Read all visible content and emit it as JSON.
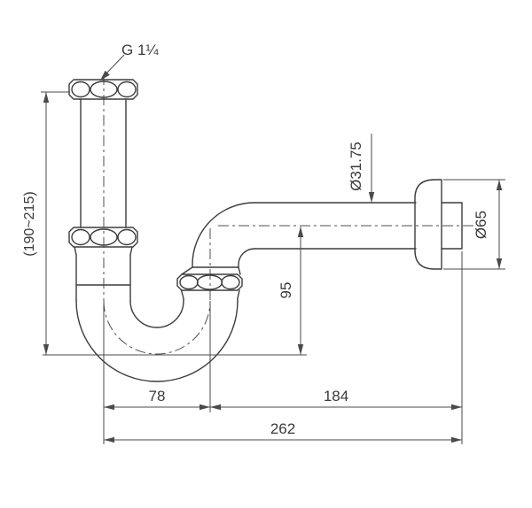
{
  "labels": {
    "thread_size": "G 1¼",
    "installation_height": "(190~215)",
    "tube_diameter": "Ø31.75",
    "flange_diameter": "Ø65",
    "trap_depth": "95",
    "trap_offset": "78",
    "outlet_length": "184",
    "overall_width": "262"
  },
  "colors": {
    "background": "#ffffff",
    "outline": "#3c3c3c",
    "dimension_lines": "#4a4a4a",
    "text": "#3a3a3a"
  }
}
